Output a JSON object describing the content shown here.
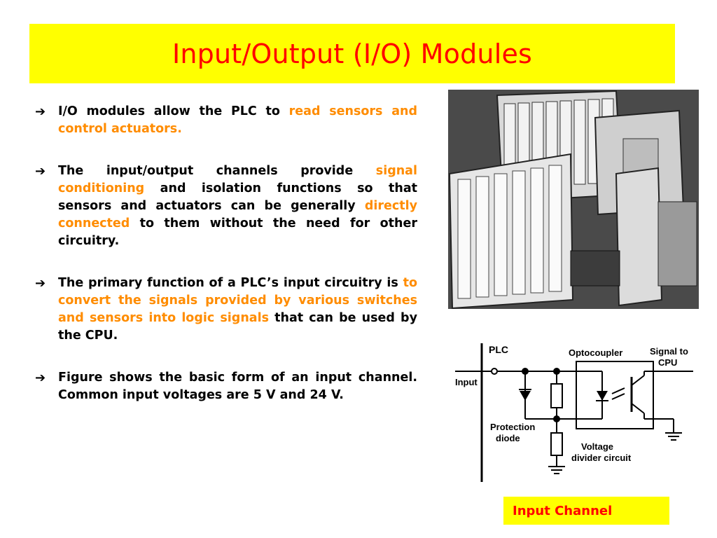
{
  "slide": {
    "title": "Input/Output (I/O) Modules",
    "bullets": [
      {
        "parts": [
          {
            "t": "I/O modules allow the PLC to ",
            "hl": false
          },
          {
            "t": "read sensors and control actuators.",
            "hl": true
          }
        ]
      },
      {
        "parts": [
          {
            "t": "The input/output channels provide ",
            "hl": false
          },
          {
            "t": "signal conditioning",
            "hl": true
          },
          {
            "t": " and isolation functions so that sensors and actuators can be generally ",
            "hl": false
          },
          {
            "t": "directly connected",
            "hl": true
          },
          {
            "t": " to them without the need for other circuitry.",
            "hl": false
          }
        ]
      },
      {
        "parts": [
          {
            "t": "The primary function of a PLC’s input circuitry is ",
            "hl": false
          },
          {
            "t": "to convert the signals provided by various switches and sensors into logic signals",
            "hl": true
          },
          {
            "t": " that can be used by the CPU.",
            "hl": false
          }
        ]
      },
      {
        "parts": [
          {
            "t": "Figure shows the basic form of an input channel. Common input voltages are 5 V and  24 V.",
            "hl": false
          }
        ]
      }
    ],
    "bullet_icon": "right-arrow-icon",
    "caption": "Input Channel",
    "colors": {
      "title": "#ff0000",
      "band": "#ffff00",
      "highlight": "#ff8c00"
    }
  },
  "circuit": {
    "plc": "PLC",
    "input": "Input",
    "optocoupler": "Optocoupler",
    "signal_to": "Signal to",
    "cpu": "CPU",
    "protection": "Protection",
    "diode": "diode",
    "voltage": "Voltage",
    "divider": "divider circuit"
  }
}
